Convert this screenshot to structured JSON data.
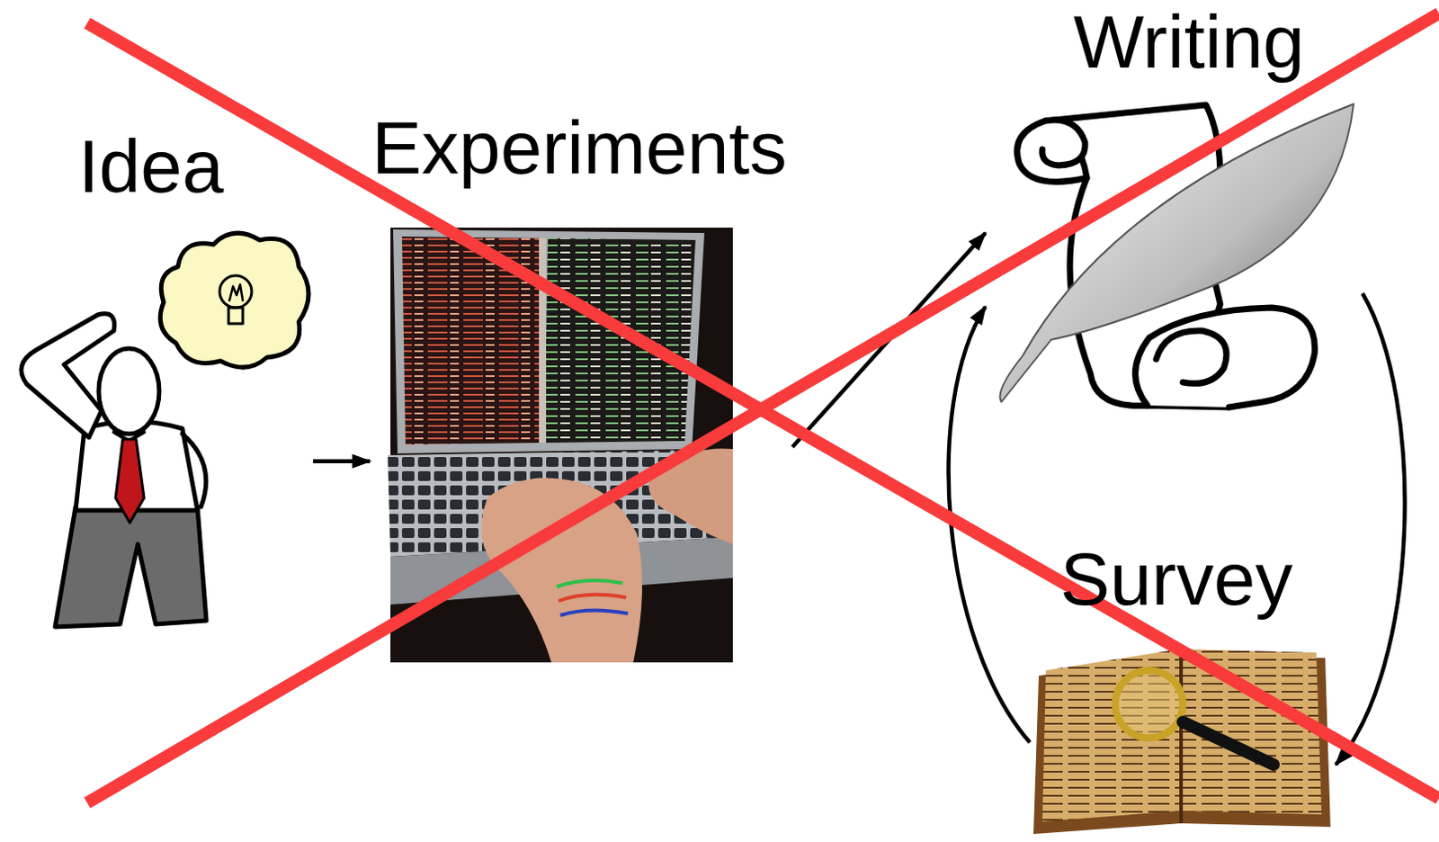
{
  "diagram": {
    "nodes": [
      {
        "text": [
          "Idea"
        ]
      },
      {
        "text": [
          "Experiments"
        ]
      },
      {
        "text": [
          "Writing"
        ]
      },
      {
        "text": [
          "Survey"
        ]
      }
    ],
    "edges": [
      {
        "from": 0,
        "to": 1,
        "arrow": "to"
      },
      {
        "from": 1,
        "to": 2,
        "arrow": "to"
      },
      {
        "from": 2,
        "to": 3,
        "arrow": "to"
      },
      {
        "from": 3,
        "to": 2,
        "arrow": "to"
      }
    ]
  }
}
